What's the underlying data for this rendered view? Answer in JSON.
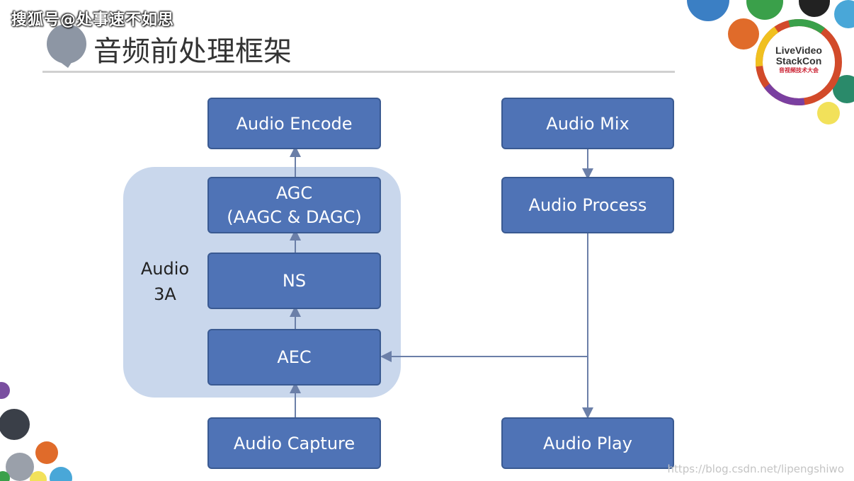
{
  "watermark_top": "搜狐号@处事速不如思",
  "slide_title": "音频前处理框架",
  "group_label": "Audio\n3A",
  "boxes": {
    "audio_encode": "Audio Encode",
    "agc_line1": "AGC",
    "agc_line2": "(AAGC & DAGC)",
    "ns": "NS",
    "aec": "AEC",
    "audio_capture": "Audio Capture",
    "audio_mix": "Audio Mix",
    "audio_process": "Audio Process",
    "audio_play": "Audio Play"
  },
  "logo": {
    "line1": "LiveVideo",
    "line2": "StackCon",
    "line3": "音视频技术大会"
  },
  "watermark_bottom": "https://blog.csdn.net/lipengshiwo",
  "colors": {
    "box_fill": "#4f73b6",
    "group_fill": "#c9d7ec",
    "arrow": "#6b7fa8"
  }
}
